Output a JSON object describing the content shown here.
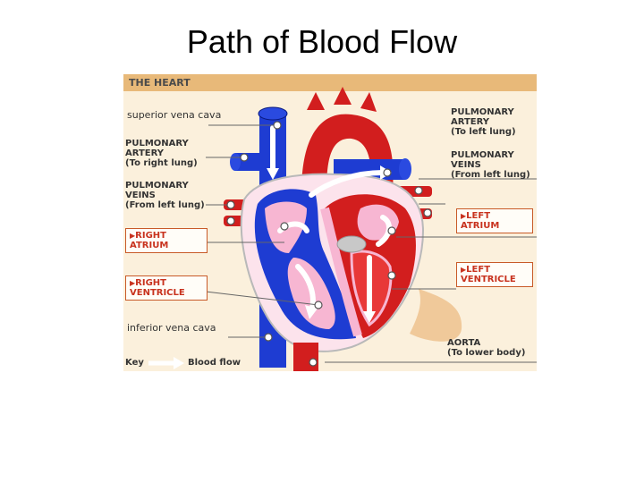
{
  "slide": {
    "title": "Path of Blood Flow"
  },
  "figure": {
    "header": "THE HEART",
    "labels": {
      "superior_vena_cava": "superior vena cava",
      "pulmonary_artery_right": "PULMONARY\nARTERY\n(To right lung)",
      "pulmonary_veins_left_side": "PULMONARY\nVEINS\n(From left lung)",
      "right_atrium": "RIGHT\nATRIUM",
      "right_ventricle": "RIGHT\nVENTRICLE",
      "inferior_vena_cava": "inferior vena cava",
      "pulmonary_artery_left": "PULMONARY\nARTERY\n(To left lung)",
      "pulmonary_veins_right_side": "PULMONARY\nVEINS\n(From left lung)",
      "left_atrium": "LEFT\nATRIUM",
      "left_ventricle": "LEFT\nVENTRICLE",
      "aorta": "AORTA\n(To lower body)"
    },
    "key": {
      "label": "Key",
      "meaning": "Blood flow"
    }
  },
  "colors": {
    "header_band": "#e8b979",
    "background": "#fbf0dc",
    "deoxygenated_blue": "#1e3cd2",
    "oxygenated_red": "#d21e1e",
    "pink_chamber": "#f7b6d2",
    "label_red": "#c8321e"
  }
}
